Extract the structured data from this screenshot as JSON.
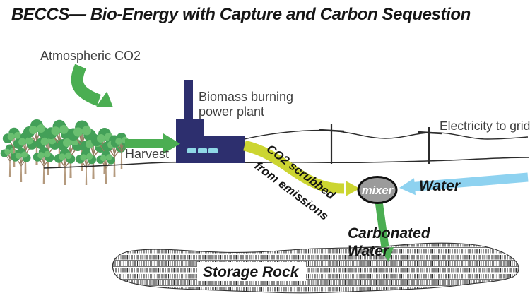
{
  "title": "BECCS— Bio-Energy with Capture and Carbon Sequestion",
  "labels": {
    "atmospheric_co2": "Atmospheric CO2",
    "plant_line1": "Biomass burning",
    "plant_line2": "power plant",
    "harvest": "Harvest",
    "electricity_to_grid": "Electricity to grid",
    "co2_scrubbed_line1": "CO2 scrubbed",
    "co2_scrubbed_line2": "from emissions",
    "mixer": "mixer",
    "water": "Water",
    "carbonated_line1": "Carbonated",
    "carbonated_line2": "Water",
    "storage_rock": "Storage Rock"
  },
  "colors": {
    "arrow_green": "#4bae52",
    "arrow_yellow_green": "#ccd531",
    "water_blue": "#8ed2f0",
    "plant_navy": "#2d2f6e",
    "window_cyan": "#8fd8e6",
    "mixer_gray": "#9b9b9b",
    "mixer_text": "#ffffff",
    "tree_green_dark": "#43a058",
    "tree_green_light": "#6abf70",
    "tree_trunk": "#b49a7e",
    "tree_branch": "#967c61",
    "label_gray": "#3f3f3f",
    "text_black": "#161616"
  }
}
